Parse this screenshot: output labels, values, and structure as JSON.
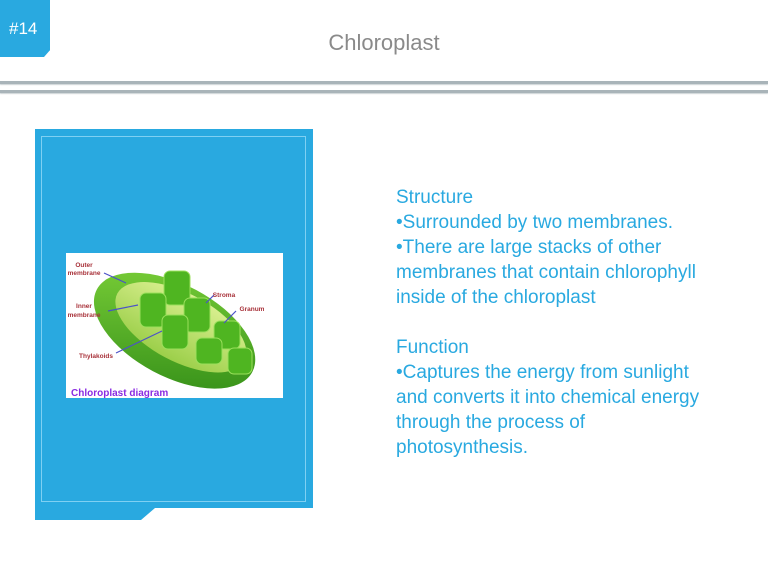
{
  "slide_number": "#14",
  "title": "Chloroplast",
  "figure": {
    "labels": {
      "outer": [
        "Outer",
        "membrane"
      ],
      "inner": [
        "Inner",
        "membrane"
      ],
      "stroma": "Stroma",
      "granum": "Granum",
      "thylakoids": "Thylakoids"
    },
    "caption": "Chloroplast diagram"
  },
  "content": {
    "structure_heading": "Structure",
    "structure_lines": [
      "•Surrounded by two membranes.",
      "•There are large stacks of other",
      "membranes that contain chlorophyll",
      "inside of the chloroplast"
    ],
    "function_heading": "Function",
    "function_lines": [
      "•Captures the energy from sunlight",
      "and converts it into chemical energy",
      "through the process of",
      "photosynthesis."
    ]
  },
  "colors": {
    "accent": "#29a9e0",
    "title": "#8a8a8a"
  }
}
